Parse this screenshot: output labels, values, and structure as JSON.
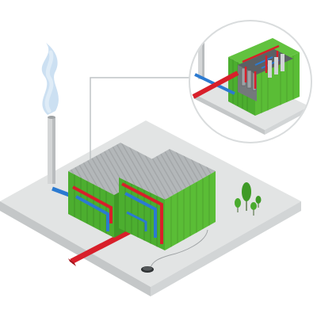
{
  "colors": {
    "background": "#ffffff",
    "ground_top": "#e2e4e4",
    "ground_left": "#c4c7c8",
    "ground_right": "#d2d5d6",
    "container_green": "#4cae2f",
    "container_green_light": "#62c23f",
    "container_green_dark": "#3a8f22",
    "roof_grey": "#a9adaf",
    "roof_grey_light": "#c2c5c7",
    "hot_pipe": "#d81f2a",
    "cold_pipe": "#2b7ad1",
    "chimney": "#d4d6d7",
    "smoke": "#bcd7ee",
    "tree": "#3e9a26",
    "callout_line": "#bfc3c5",
    "server_rack": "#8a8f92"
  },
  "icons": {
    "chimney": "chimney-icon",
    "smoke": "smoke-icon",
    "trees": "tree-icon",
    "manhole": "manhole-icon",
    "magnifier": "zoom-circle-icon"
  },
  "elements": {
    "ground": "ground-platform",
    "containers": [
      "container-left",
      "container-right"
    ],
    "pipes": [
      "hot-water-pipe",
      "cold-water-pipe"
    ],
    "detail": "container-interior-detail"
  }
}
